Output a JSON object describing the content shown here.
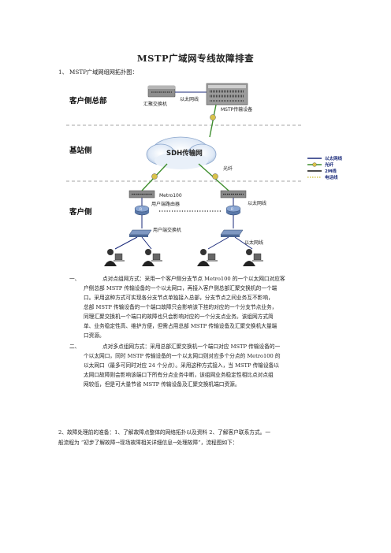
{
  "doc": {
    "title": "MSTP广域网专线故障排查",
    "section1_heading": "1、 MSTP广域网组网拓扑图：",
    "diagram": {
      "zone_customer_hq": "客户侧总部",
      "zone_base_station": "基站侧",
      "zone_customer": "客户侧",
      "aggregation_switch": "汇聚交换机",
      "ethernet_line_top": "以太网线",
      "mstp_device": "MSTP传输设备",
      "sdh_network": "SDH传输网",
      "fiber": "光纤",
      "metro": "Metro100",
      "user_router": "用户端路由器",
      "ethernet_line_right": "以太网线",
      "user_switch": "用户端交换机",
      "ethernet_line_bottom": "以太网线",
      "legend": [
        "以太网线",
        "光纤",
        "2M线",
        "电话线"
      ],
      "legend_colors": [
        "#1a2a7a",
        "#3f8f2f",
        "#111111",
        "#d4c84a"
      ]
    },
    "items": [
      {
        "num": "一、",
        "lines": [
          "点对点组网方式：采用一个客户侧分支节点 Metro100 的一个以太网口对应客",
          "户侧总部 MSTP 传输设备的一个以太网口，再接入客户侧总部汇聚交换机的一个端",
          "口。采用这种方式可实现各分支节点单独接入总部，分支节点之间业务互不影响，",
          "总部 MSTP 传输设备的一个端口故障只会影响该下挂的对应的一个分支节点业务，",
          "同理汇聚交换机一个端口的故障也只会影响对应的一个分支点业务。该组网方式简",
          "单、业务稳定性高、维护方便，但需占用总部 MSTP 传输设备及汇聚交换机大量端",
          "口资源。"
        ]
      },
      {
        "num": "二、",
        "lines": [
          "点对多点组网方式：采用总部汇聚交换机一个端口对应 MSTP 传输设备的一",
          "个以太网口，同时 MSTP 传输设备的一个以太网口则对应多个分点的 Metro100 的",
          "以太网口（最多可同时对应 24 个分点）。采用这种方式接入，当 MSTP 传输设备以",
          "太网口故障则会影响该端口下所有分点业务中断，该组网业务稳定性相比点对点组",
          "网较低，但是可大量节省 MSTP 传输设备及汇聚交换机端口资源。"
        ]
      }
    ],
    "section2_lines": [
      "2、故障处理前的准备：1、了解故障点整体的网络拓扑以及资料 2、了解客户联系方式。一",
      "般流程为 “初步了解故障→现场故障相关详细信息→处理故障”，流程图如下："
    ]
  }
}
